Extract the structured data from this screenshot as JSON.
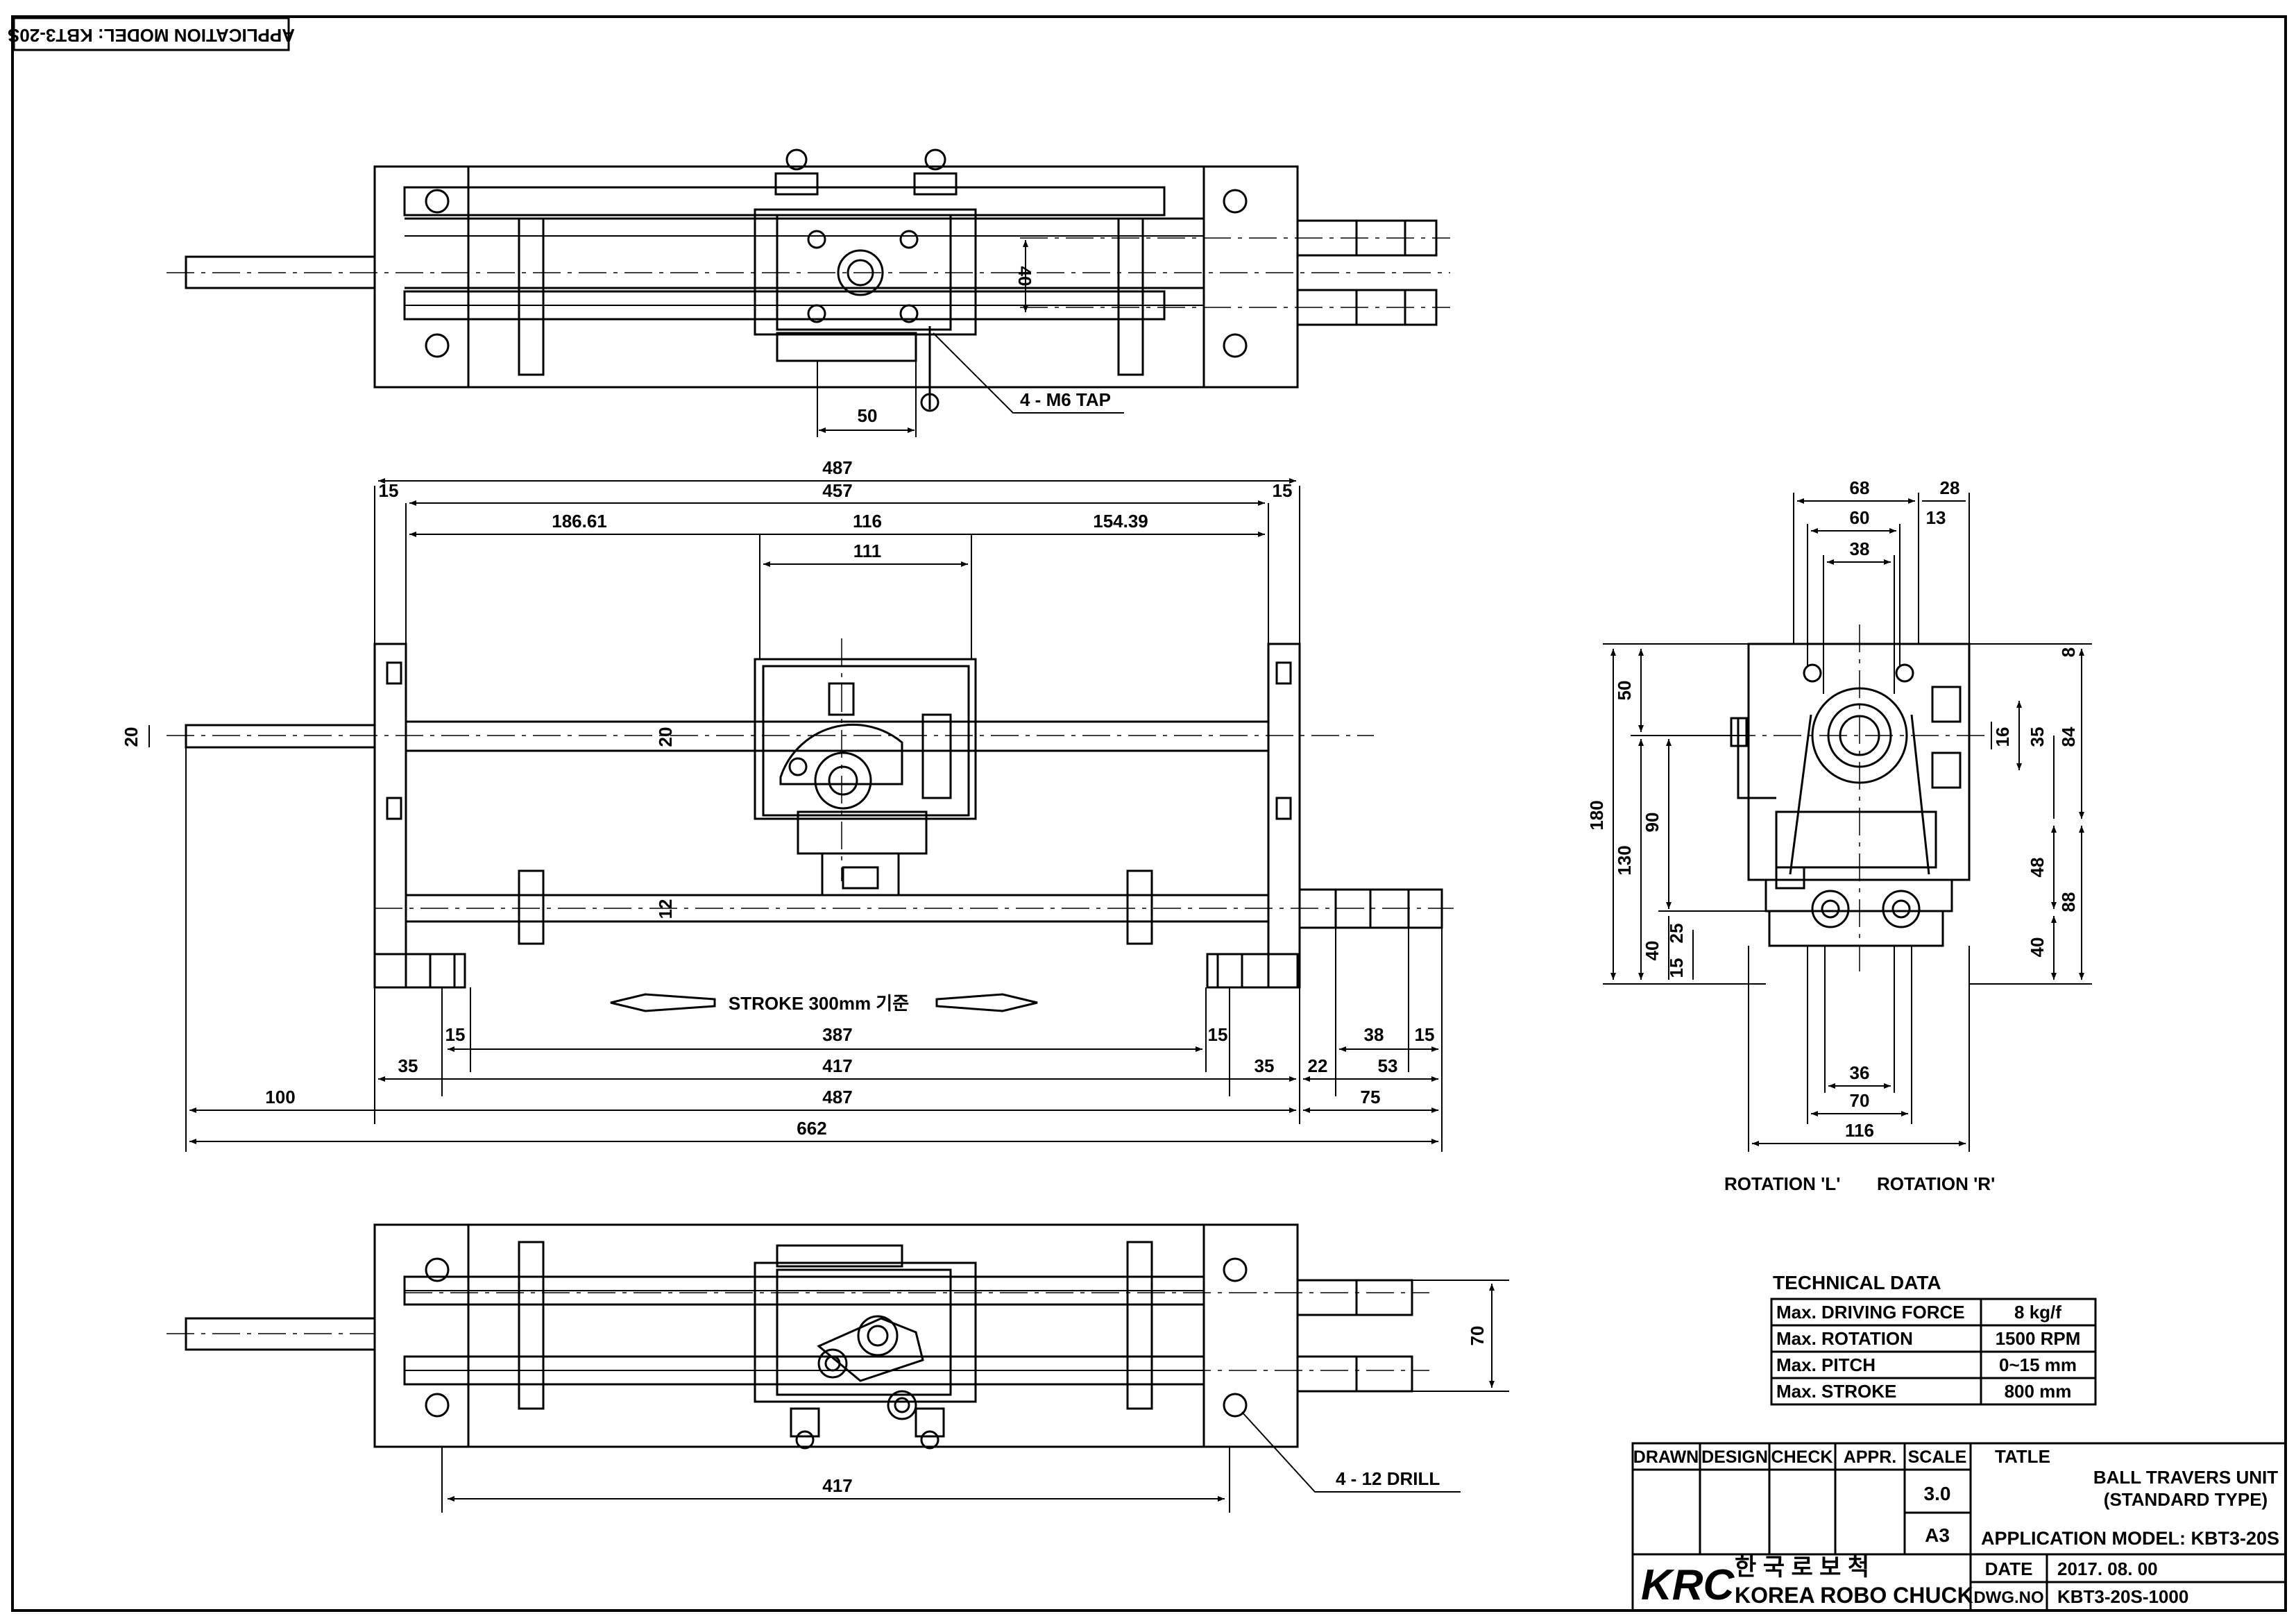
{
  "banner": "APPLICATION MODEL: KBT3-20S",
  "top_view": {
    "callout": "4 - M6 TAP",
    "dims": [
      "40",
      "50"
    ]
  },
  "front_view": {
    "dims_top": [
      "487",
      "457",
      "15",
      "15",
      "186.61",
      "116",
      "154.39",
      "111"
    ],
    "dims_side": [
      "20",
      "20",
      "12"
    ],
    "stroke": "STROKE  300mm 기준",
    "dims_bottom": [
      "15",
      "387",
      "15",
      "35",
      "417",
      "35",
      "22",
      "53",
      "38",
      "15",
      "100",
      "487",
      "75",
      "662"
    ]
  },
  "side_view": {
    "dims_top": [
      "68",
      "28",
      "60",
      "13",
      "38"
    ],
    "dims_left": [
      "180",
      "50",
      "130",
      "90",
      "40",
      "25",
      "15"
    ],
    "dims_right": [
      "8",
      "16",
      "35",
      "84",
      "48",
      "88",
      "40"
    ],
    "dims_bottom": [
      "36",
      "70",
      "116"
    ],
    "rotation_l": "ROTATION 'L'",
    "rotation_r": "ROTATION 'R'"
  },
  "bottom_view": {
    "callout": "4 - 12 DRILL",
    "dims": [
      "417",
      "70"
    ]
  },
  "technical_data": {
    "title": "TECHNICAL DATA",
    "rows": [
      {
        "label": "Max. DRIVING FORCE",
        "value": "8 kg/f"
      },
      {
        "label": "Max. ROTATION",
        "value": "1500 RPM"
      },
      {
        "label": "Max. PITCH",
        "value": "0~15 mm"
      },
      {
        "label": "Max. STROKE",
        "value": "800 mm"
      }
    ]
  },
  "title_block": {
    "headers": [
      "DRAWN",
      "DESIGN",
      "CHECK",
      "APPR.",
      "SCALE"
    ],
    "scale": "3.0",
    "sheet_size": "A3",
    "tatle_label": "TATLE",
    "title_line1": "BALL TRAVERS UNIT",
    "title_line2": "(STANDARD TYPE)",
    "application": "APPLICATION MODEL: KBT3-20S",
    "logo": "KRC",
    "company_kr": "한 국 로 보 척",
    "company_en": "KOREA ROBO CHUCK",
    "date_label": "DATE",
    "date_value": "2017. 08. 00",
    "dwg_label": "DWG.NO",
    "dwg_value": "KBT3-20S-1000"
  }
}
